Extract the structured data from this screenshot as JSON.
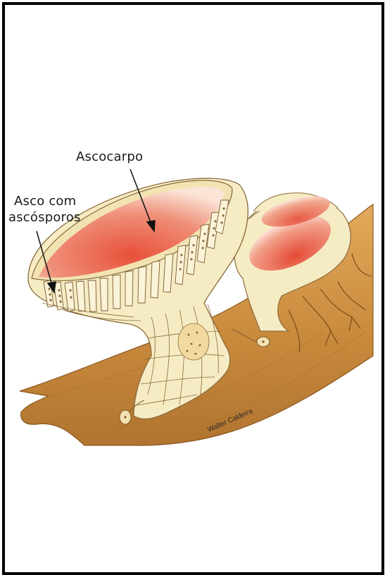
{
  "labels": {
    "ascocarpo": "Ascocarpo",
    "asco_line1": "Asco com",
    "asco_line2": "ascósporos"
  },
  "credit": "Walter Caldeira",
  "colors": {
    "frame": "#000000",
    "branch": "#c98a3c",
    "cup_interior": "#e8503a",
    "cup_tissue": "#f4e7b8"
  }
}
